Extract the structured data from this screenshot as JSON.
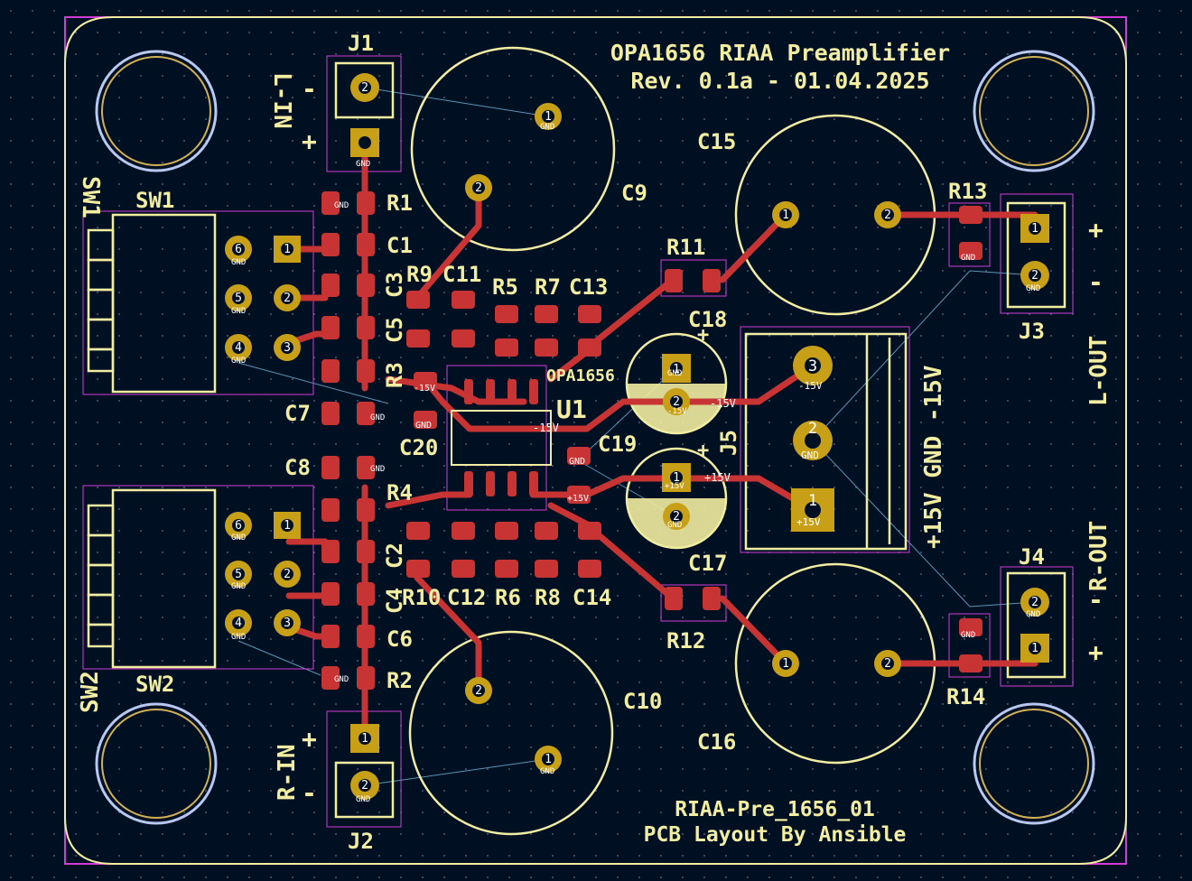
{
  "board": {
    "title_line1": "OPA1656 RIAA Preamplifier",
    "title_line2": "Rev. 0.1a - 01.04.2025",
    "footer_line1": "RIAA-Pre_1656_01",
    "footer_line2": "PCB Layout By Ansible"
  },
  "labels": {
    "J1": "J1",
    "J2": "J2",
    "J3": "J3",
    "J4": "J4",
    "J5": "J5",
    "SW1": "SW1",
    "SW2": "SW2",
    "U1": "U1",
    "U1_value": "OPA1656",
    "C1": "C1",
    "C2": "C2",
    "C3": "C3",
    "C4": "C4",
    "C5": "C5",
    "C6": "C6",
    "C7": "C7",
    "C8": "C8",
    "C9": "C9",
    "C10": "C10",
    "C11": "C11",
    "C12": "C12",
    "C13": "C13",
    "C14": "C14",
    "C15": "C15",
    "C16": "C16",
    "C17": "C17",
    "C18": "C18",
    "C19": "C19",
    "C20": "C20",
    "R1": "R1",
    "R2": "R2",
    "R3": "R3",
    "R4": "R4",
    "R5": "R5",
    "R6": "R6",
    "R7": "R7",
    "R8": "R8",
    "R9": "R9",
    "R10": "R10",
    "R11": "R11",
    "R12": "R12",
    "R13": "R13",
    "R14": "R14",
    "l_in": "L-IN",
    "r_in": "R-IN",
    "l_out": "L-OUT",
    "r_out": "R-OUT",
    "power": "+15V GND -15V",
    "plus": "+",
    "minus": "-"
  },
  "nets": {
    "gnd": "GND",
    "neg15": "-15V",
    "pos15": "+15V",
    "pad1": "1",
    "pad2": "2",
    "pad3": "3",
    "pad4": "4",
    "pad5": "5",
    "pad6": "6"
  },
  "colors": {
    "background": "#001023",
    "outline": "#d23cd6",
    "silkscreen": "#f2eda1",
    "copper": "#c83434",
    "pad": "#c8a018",
    "hole": "#b8c8f0",
    "ratsnest": "#5d93b3"
  }
}
